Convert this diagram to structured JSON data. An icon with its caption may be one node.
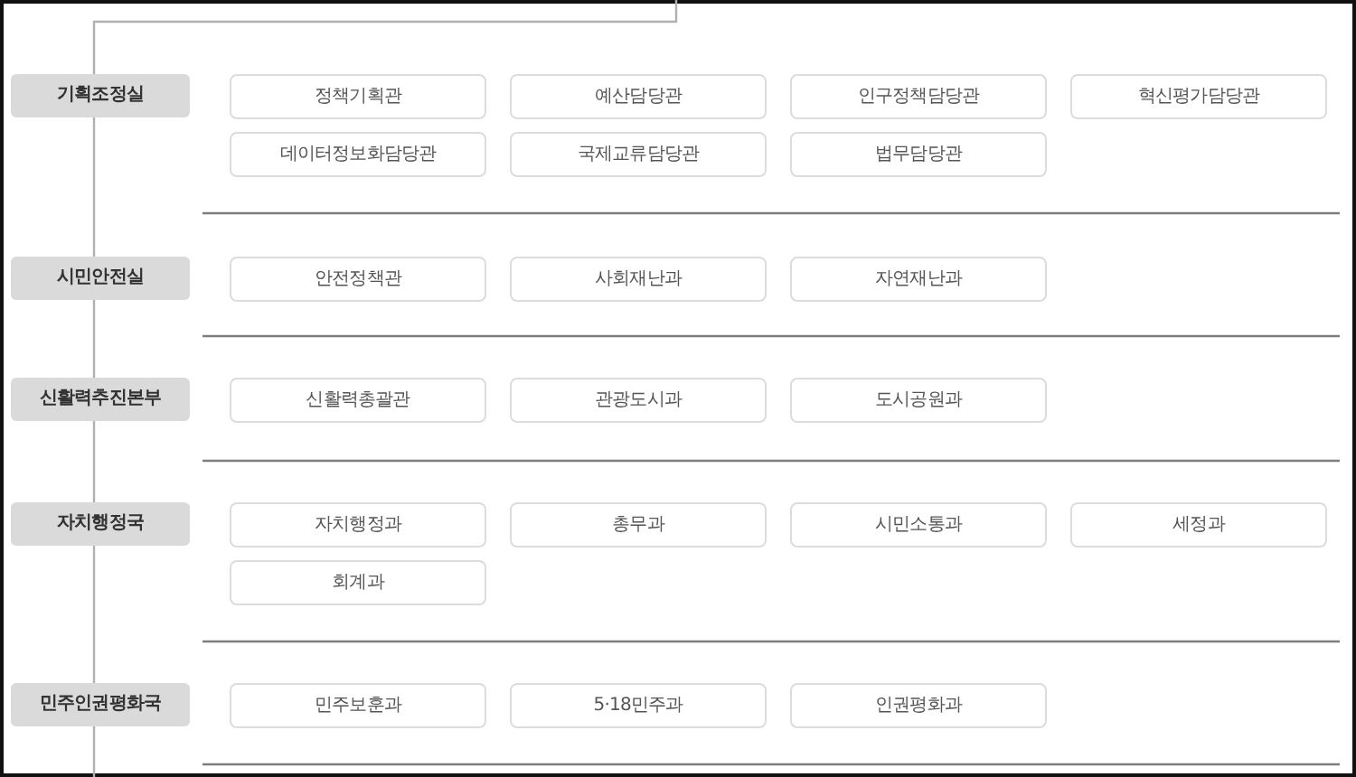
{
  "diagram": {
    "nodes": [
      {
        "text": [
          "기획조정실"
        ]
      },
      {
        "text": [
          "정책기획관"
        ]
      },
      {
        "text": [
          "예산담당관"
        ]
      },
      {
        "text": [
          "인구정책담당관"
        ]
      },
      {
        "text": [
          "혁신평가담당관"
        ]
      },
      {
        "text": [
          "데이터정보화담당관"
        ]
      },
      {
        "text": [
          "국제교류담당관"
        ]
      },
      {
        "text": [
          "법무담당관"
        ]
      },
      {
        "text": [
          "시민안전실"
        ]
      },
      {
        "text": [
          "안전정책관"
        ]
      },
      {
        "text": [
          "사회재난과"
        ]
      },
      {
        "text": [
          "자연재난과"
        ]
      },
      {
        "text": [
          "신활력추진본부"
        ]
      },
      {
        "text": [
          "신활력총괄관"
        ]
      },
      {
        "text": [
          "관광도시과"
        ]
      },
      {
        "text": [
          "도시공원과"
        ]
      },
      {
        "text": [
          "자치행정국"
        ]
      },
      {
        "text": [
          "자치행정과"
        ]
      },
      {
        "text": [
          "총무과"
        ]
      },
      {
        "text": [
          "시민소통과"
        ]
      },
      {
        "text": [
          "세정과"
        ]
      },
      {
        "text": [
          "회계과"
        ]
      },
      {
        "text": [
          "민주인권평화국"
        ]
      },
      {
        "text": [
          "민주보훈과"
        ]
      },
      {
        "text": [
          "5·18민주과"
        ]
      },
      {
        "text": [
          "인권평화과"
        ]
      }
    ],
    "edges": [
      {
        "from": null,
        "to": 0,
        "arrow": "none"
      },
      {
        "from": 0,
        "to": 8,
        "arrow": "none"
      },
      {
        "from": 8,
        "to": 12,
        "arrow": "none"
      },
      {
        "from": 12,
        "to": 16,
        "arrow": "none"
      },
      {
        "from": 16,
        "to": 22,
        "arrow": "none"
      },
      {
        "from": 22,
        "to": null,
        "arrow": "none"
      }
    ]
  }
}
